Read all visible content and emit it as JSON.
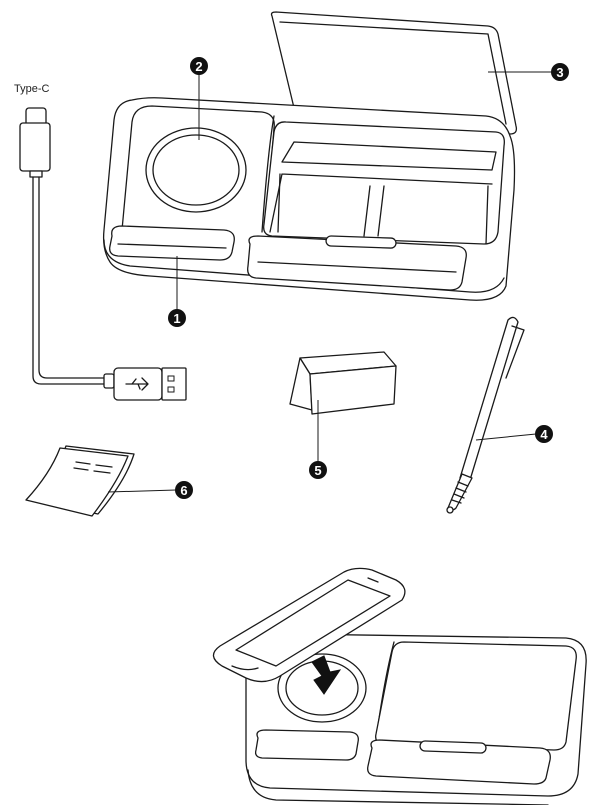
{
  "labels": {
    "cable": "Type-C"
  },
  "callouts": [
    {
      "number": "1",
      "part": "left-tray"
    },
    {
      "number": "2",
      "part": "wireless-charging-pad"
    },
    {
      "number": "3",
      "part": "storage-lid"
    },
    {
      "number": "4",
      "part": "stylus-pen"
    },
    {
      "number": "5",
      "part": "eraser-block"
    },
    {
      "number": "6",
      "part": "manual"
    }
  ],
  "colors": {
    "line": "#1a1a1a",
    "callout_fill": "#111111",
    "background": "#ffffff"
  }
}
